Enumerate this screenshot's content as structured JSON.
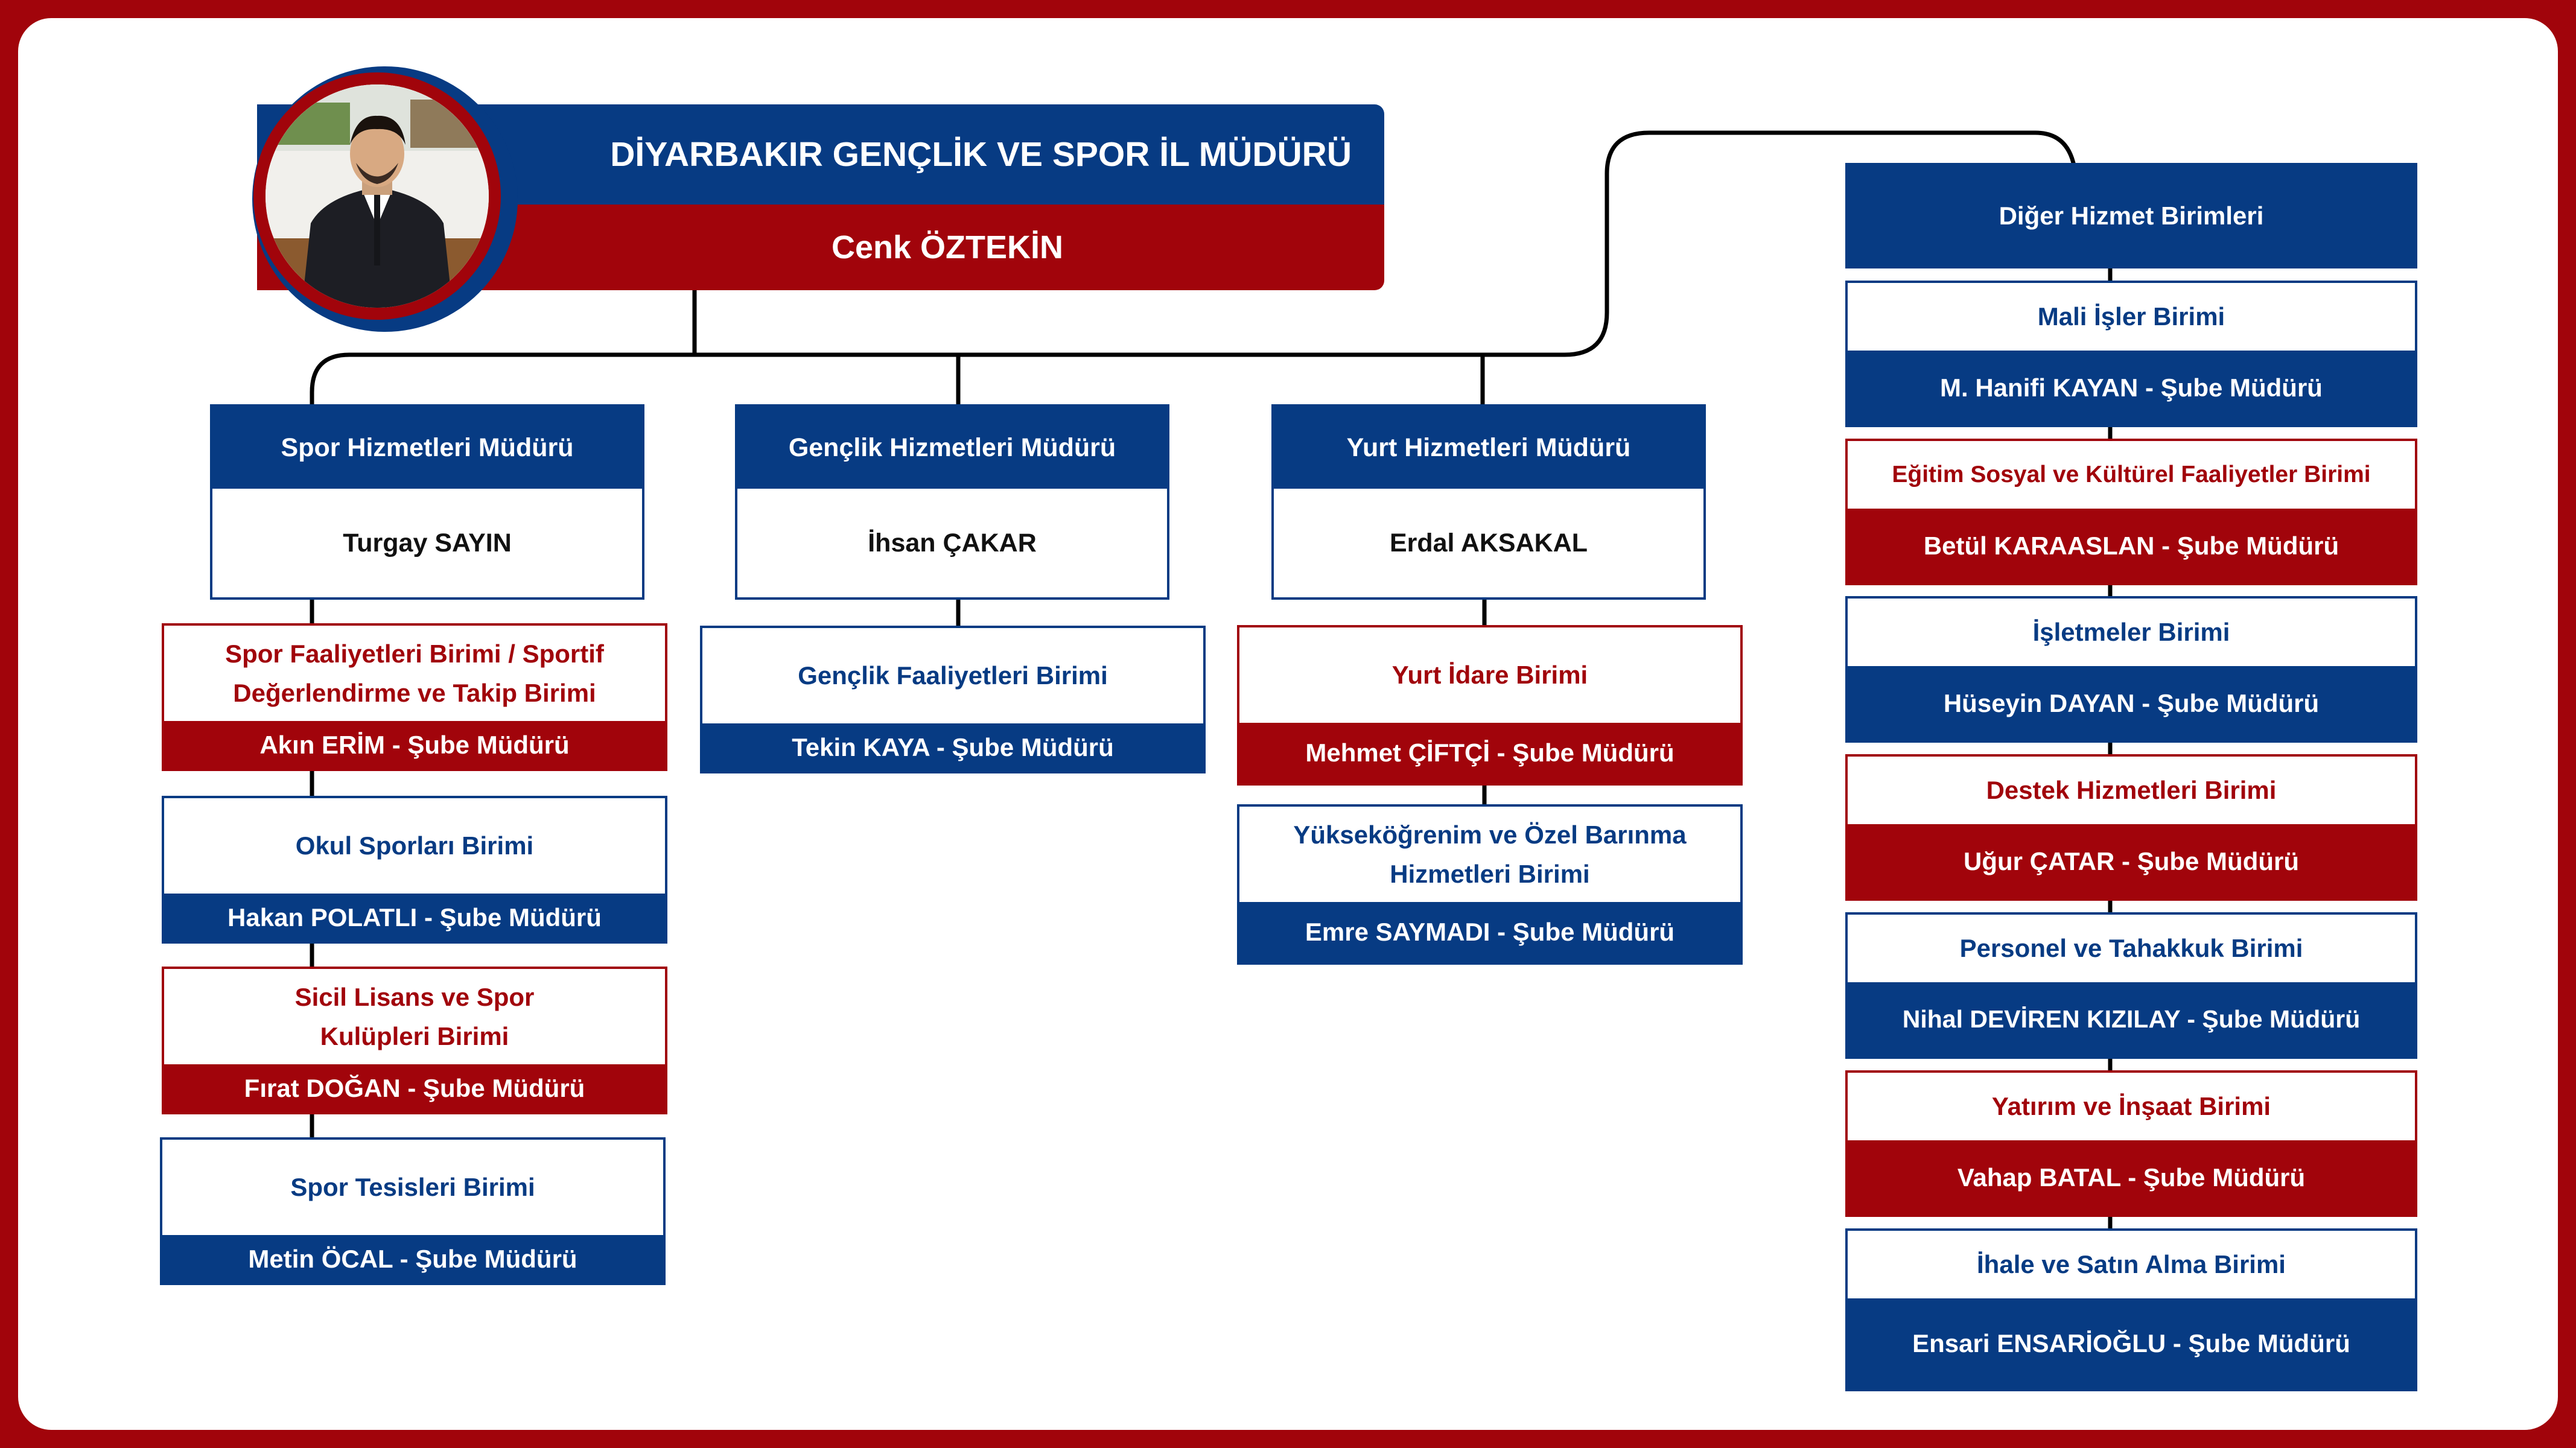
{
  "colors": {
    "navy": "#073b83",
    "red": "#a1040b",
    "white": "#ffffff",
    "frame": "#a1040b"
  },
  "head": {
    "title": "DİYARBAKIR GENÇLİK VE SPOR İL MÜDÜRÜ",
    "name": "Cenk ÖZTEKİN",
    "photo_icon": "director-portrait"
  },
  "directors": [
    {
      "title": "Spor Hizmetleri Müdürü",
      "name": "Turgay SAYIN"
    },
    {
      "title": "Gençlik Hizmetleri Müdürü",
      "name": "İhsan ÇAKAR"
    },
    {
      "title": "Yurt Hizmetleri Müdürü",
      "name": "Erdal AKSAKAL"
    }
  ],
  "spor_units": [
    {
      "unit": "Spor Faaliyetleri Birimi / Sportif Değerlendirme ve Takip Birimi",
      "manager": "Akın ERİM - Şube Müdürü",
      "style": "red"
    },
    {
      "unit": "Okul Sporları Birimi",
      "manager": "Hakan POLATLI - Şube Müdürü",
      "style": "navy"
    },
    {
      "unit": "Sicil Lisans ve Spor Kulüpleri Birimi",
      "manager": "Fırat DOĞAN - Şube Müdürü",
      "style": "red"
    },
    {
      "unit": "Spor Tesisleri Birimi",
      "manager": "Metin ÖCAL - Şube Müdürü",
      "style": "navy"
    }
  ],
  "genclik_units": [
    {
      "unit": "Gençlik Faaliyetleri Birimi",
      "manager": "Tekin KAYA - Şube Müdürü",
      "style": "navy"
    }
  ],
  "yurt_units": [
    {
      "unit": "Yurt İdare Birimi",
      "manager": "Mehmet ÇİFTÇİ - Şube Müdürü",
      "style": "red"
    },
    {
      "unit": "Yükseköğrenim ve Özel Barınma Hizmetleri Birimi",
      "manager": "Emre SAYMADI - Şube Müdürü",
      "style": "navy"
    }
  ],
  "other": {
    "title": "Diğer Hizmet Birimleri",
    "units": [
      {
        "unit": "Mali İşler Birimi",
        "manager": "M. Hanifi KAYAN - Şube Müdürü",
        "style": "navy"
      },
      {
        "unit": "Eğitim Sosyal ve Kültürel Faaliyetler Birimi",
        "manager": "Betül KARAASLAN - Şube Müdürü",
        "style": "red"
      },
      {
        "unit": "İşletmeler Birimi",
        "manager": "Hüseyin DAYAN - Şube Müdürü",
        "style": "navy"
      },
      {
        "unit": "Destek Hizmetleri Birimi",
        "manager": "Uğur ÇATAR - Şube Müdürü",
        "style": "red"
      },
      {
        "unit": "Personel ve Tahakkuk Birimi",
        "manager": "Nihal DEVİREN KIZILAY - Şube Müdürü",
        "style": "navy"
      },
      {
        "unit": "Yatırım ve İnşaat Birimi",
        "manager": "Vahap BATAL - Şube Müdürü",
        "style": "red"
      },
      {
        "unit": "İhale ve Satın Alma Birimi",
        "manager": "Ensari ENSARİOĞLU - Şube Müdürü",
        "style": "navy"
      }
    ]
  }
}
